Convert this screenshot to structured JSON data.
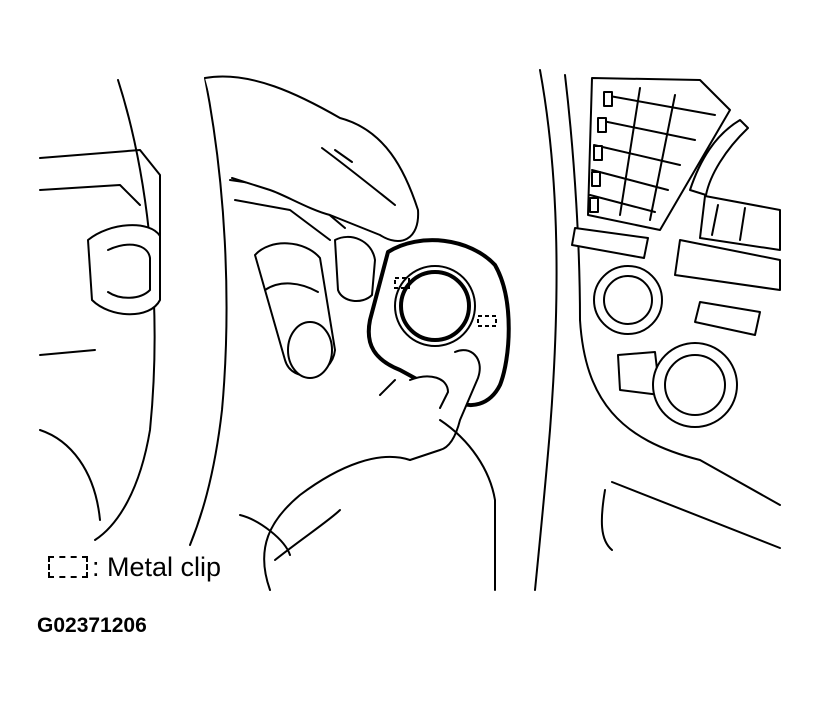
{
  "legend": {
    "symbol_icon": "dashed-rectangle",
    "text": ": Metal clip"
  },
  "figure_code": "G02371206"
}
